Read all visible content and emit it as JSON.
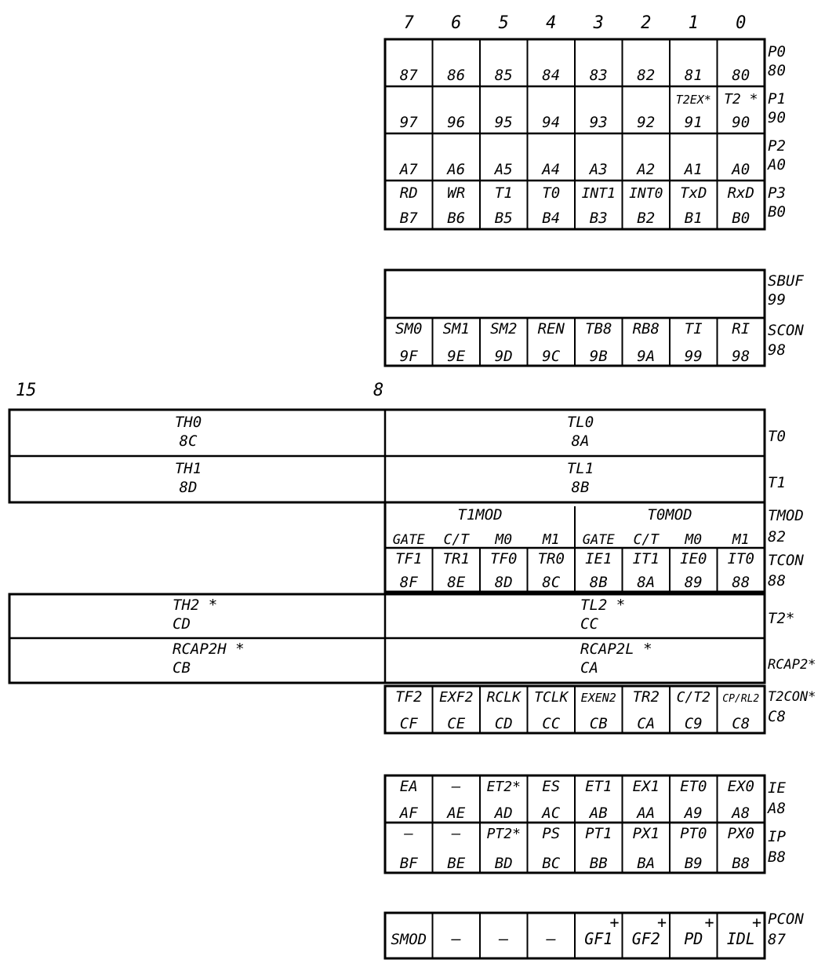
{
  "bit_numbers": [
    "7",
    "6",
    "5",
    "4",
    "3",
    "2",
    "1",
    "0"
  ],
  "wide_bit_numbers": {
    "high": "15",
    "low": "8"
  },
  "ports": [
    {
      "name": "P0",
      "addr": "80",
      "cells": [
        {
          "n": "",
          "a": "87"
        },
        {
          "n": "",
          "a": "86"
        },
        {
          "n": "",
          "a": "85"
        },
        {
          "n": "",
          "a": "84"
        },
        {
          "n": "",
          "a": "83"
        },
        {
          "n": "",
          "a": "82"
        },
        {
          "n": "",
          "a": "81"
        },
        {
          "n": "",
          "a": "80"
        }
      ]
    },
    {
      "name": "P1",
      "addr": "90",
      "cells": [
        {
          "n": "",
          "a": "97"
        },
        {
          "n": "",
          "a": "96"
        },
        {
          "n": "",
          "a": "95"
        },
        {
          "n": "",
          "a": "94"
        },
        {
          "n": "",
          "a": "93"
        },
        {
          "n": "",
          "a": "92"
        },
        {
          "n": "T2EX*",
          "a": "91"
        },
        {
          "n": "T2 *",
          "a": "90"
        }
      ]
    },
    {
      "name": "P2",
      "addr": "A0",
      "cells": [
        {
          "n": "",
          "a": "A7"
        },
        {
          "n": "",
          "a": "A6"
        },
        {
          "n": "",
          "a": "A5"
        },
        {
          "n": "",
          "a": "A4"
        },
        {
          "n": "",
          "a": "A3"
        },
        {
          "n": "",
          "a": "A2"
        },
        {
          "n": "",
          "a": "A1"
        },
        {
          "n": "",
          "a": "A0"
        }
      ]
    },
    {
      "name": "P3",
      "addr": "B0",
      "cells": [
        {
          "n": "RD",
          "a": "B7"
        },
        {
          "n": "WR",
          "a": "B6"
        },
        {
          "n": "T1",
          "a": "B5"
        },
        {
          "n": "T0",
          "a": "B4"
        },
        {
          "n": "INT1",
          "a": "B3"
        },
        {
          "n": "INT0",
          "a": "B2"
        },
        {
          "n": "TxD",
          "a": "B1"
        },
        {
          "n": "RxD",
          "a": "B0"
        }
      ]
    }
  ],
  "sbuf": {
    "name": "SBUF",
    "addr": "99"
  },
  "scon": {
    "name": "SCON",
    "addr": "98",
    "cells": [
      {
        "n": "SM0",
        "a": "9F"
      },
      {
        "n": "SM1",
        "a": "9E"
      },
      {
        "n": "SM2",
        "a": "9D"
      },
      {
        "n": "REN",
        "a": "9C"
      },
      {
        "n": "TB8",
        "a": "9B"
      },
      {
        "n": "RB8",
        "a": "9A"
      },
      {
        "n": "TI",
        "a": "99"
      },
      {
        "n": "RI",
        "a": "98"
      }
    ]
  },
  "timers": [
    {
      "name": "T0",
      "high": {
        "n": "TH0",
        "a": "8C"
      },
      "low": {
        "n": "TL0",
        "a": "8A"
      }
    },
    {
      "name": "T1",
      "high": {
        "n": "TH1",
        "a": "8D"
      },
      "low": {
        "n": "TL1",
        "a": "8B"
      }
    }
  ],
  "tmod": {
    "name": "TMOD",
    "addr": "82",
    "group1": "T1MOD",
    "group0": "T0MOD",
    "bits": [
      "GATE",
      "C/T",
      "M0",
      "M1",
      "GATE",
      "C/T",
      "M0",
      "M1"
    ]
  },
  "tcon": {
    "name": "TCON",
    "addr": "88",
    "cells": [
      {
        "n": "TF1",
        "a": "8F"
      },
      {
        "n": "TR1",
        "a": "8E"
      },
      {
        "n": "TF0",
        "a": "8D"
      },
      {
        "n": "TR0",
        "a": "8C"
      },
      {
        "n": "IE1",
        "a": "8B"
      },
      {
        "n": "IT1",
        "a": "8A"
      },
      {
        "n": "IE0",
        "a": "89"
      },
      {
        "n": "IT0",
        "a": "88"
      }
    ]
  },
  "t2": {
    "name": "T2*",
    "high": {
      "n": "TH2 *",
      "a": "CD"
    },
    "low": {
      "n": "TL2 *",
      "a": "CC"
    }
  },
  "rcap2": {
    "name": "RCAP2*",
    "high": {
      "n": "RCAP2H *",
      "a": "CB"
    },
    "low": {
      "n": "RCAP2L *",
      "a": "CA"
    }
  },
  "t2con": {
    "name": "T2CON*",
    "addr": "C8",
    "cells": [
      {
        "n": "TF2",
        "a": "CF"
      },
      {
        "n": "EXF2",
        "a": "CE"
      },
      {
        "n": "RCLK",
        "a": "CD"
      },
      {
        "n": "TCLK",
        "a": "CC"
      },
      {
        "n": "EXEN2",
        "a": "CB"
      },
      {
        "n": "TR2",
        "a": "CA"
      },
      {
        "n": "C/T2",
        "a": "C9"
      },
      {
        "n": "CP/RL2",
        "a": "C8"
      }
    ]
  },
  "ie": {
    "name": "IE",
    "addr": "A8",
    "cells": [
      {
        "n": "EA",
        "a": "AF"
      },
      {
        "n": "—",
        "a": "AE"
      },
      {
        "n": "ET2*",
        "a": "AD"
      },
      {
        "n": "ES",
        "a": "AC"
      },
      {
        "n": "ET1",
        "a": "AB"
      },
      {
        "n": "EX1",
        "a": "AA"
      },
      {
        "n": "ET0",
        "a": "A9"
      },
      {
        "n": "EX0",
        "a": "A8"
      }
    ]
  },
  "ip": {
    "name": "IP",
    "addr": "B8",
    "cells": [
      {
        "n": "—",
        "a": "BF"
      },
      {
        "n": "—",
        "a": "BE"
      },
      {
        "n": "PT2*",
        "a": "BD"
      },
      {
        "n": "PS",
        "a": "BC"
      },
      {
        "n": "PT1",
        "a": "BB"
      },
      {
        "n": "PX1",
        "a": "BA"
      },
      {
        "n": "PT0",
        "a": "B9"
      },
      {
        "n": "PX0",
        "a": "B8"
      }
    ]
  },
  "pcon": {
    "name": "PCON",
    "addr": "87",
    "cells": [
      {
        "n": "SMOD",
        "a": ""
      },
      {
        "n": "–",
        "a": ""
      },
      {
        "n": "–",
        "a": ""
      },
      {
        "n": "–",
        "a": ""
      },
      {
        "n": "GF1",
        "a": "+"
      },
      {
        "n": "GF2",
        "a": "+"
      },
      {
        "n": "PD",
        "a": "+"
      },
      {
        "n": "IDL",
        "a": "+"
      }
    ]
  }
}
